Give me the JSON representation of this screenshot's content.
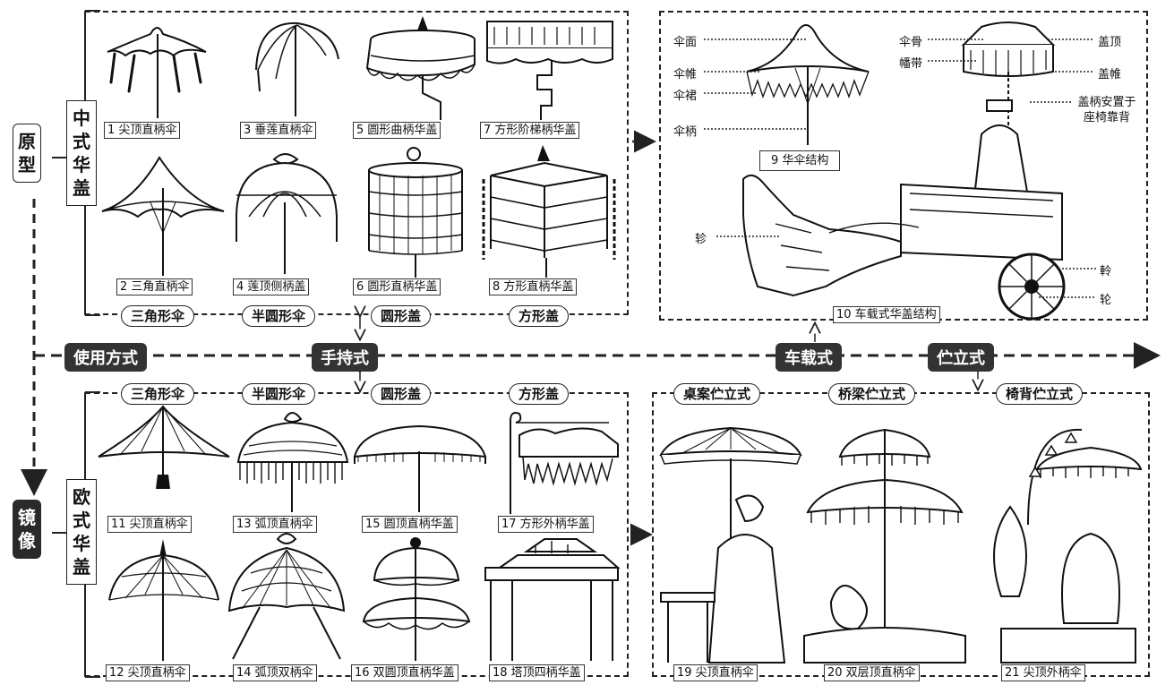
{
  "side_labels": {
    "prototype": "原型",
    "mirror": "镜像"
  },
  "groups": {
    "chinese": "中式华盖",
    "european": "欧式华盖"
  },
  "usage": {
    "label": "使用方式",
    "handheld": "手持式",
    "vehicle": "车载式",
    "standing": "伫立式"
  },
  "top_shapes": [
    "三角形伞",
    "半圆形伞",
    "圆形盖",
    "方形盖"
  ],
  "bottom_shapes": [
    "三角形伞",
    "半圆形伞",
    "圆形盖",
    "方形盖"
  ],
  "chinese_items": [
    "1 尖顶直柄伞",
    "3 垂莲直柄伞",
    "5 圆形曲柄华盖",
    "7 方形阶梯柄华盖",
    "2 三角直柄伞",
    "4 莲顶侧柄盖",
    "6 圆形直柄华盖",
    "8 方形直柄华盖"
  ],
  "european_items": [
    "11 尖顶直柄伞",
    "13 弧顶直柄伞",
    "15 圆顶直柄华盖",
    "17 方形外柄华盖",
    "12 尖顶直柄伞",
    "14 弧顶双柄伞",
    "16 双圆顶直柄华盖",
    "18 塔顶四柄华盖"
  ],
  "structure": {
    "caption9": "9 华伞结构",
    "caption10": "10 车载式华盖结构",
    "left_parts": [
      "伞面",
      "伞帷",
      "伞裙",
      "伞柄"
    ],
    "right_parts": {
      "gu": "伞骨",
      "banner": "幡带",
      "top": "盖顶",
      "wei": "盖帷",
      "note": "盖柄安置于座椅靠背",
      "zhen": "轸",
      "ling": "軨",
      "lun": "轮"
    }
  },
  "standing": {
    "types": [
      "桌案伫立式",
      "桥梁伫立式",
      "椅背伫立式"
    ],
    "items": [
      "19 尖顶直柄伞",
      "20 双层顶直柄伞",
      "21 尖顶外柄伞"
    ]
  }
}
